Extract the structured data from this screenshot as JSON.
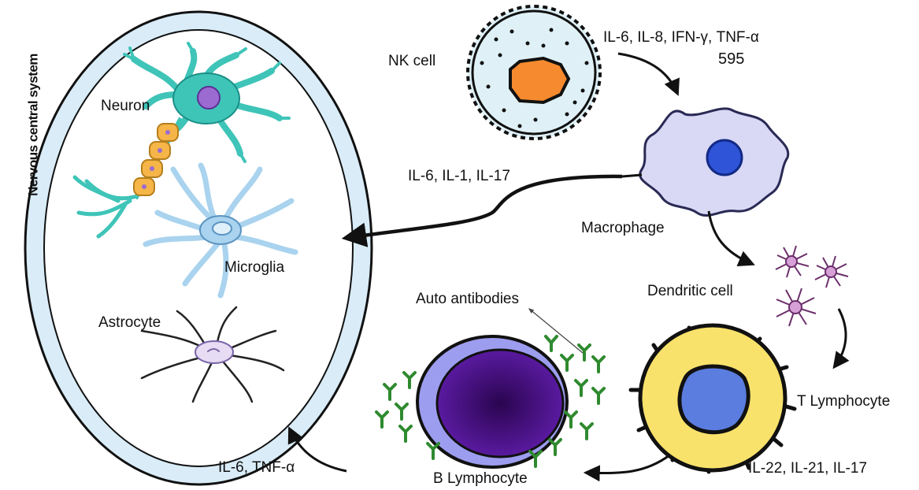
{
  "system_label": "Nervous central system",
  "cells": {
    "neuron": "Neuron",
    "microglia": "Microglia",
    "astrocyte": "Astrocyte",
    "nk_cell": "NK cell",
    "macrophage": "Macrophage",
    "dendritic_cell": "Dendritic cell",
    "t_lymphocyte": "T Lymphocyte",
    "b_lymphocyte": "B Lymphocyte"
  },
  "cytokines": {
    "nk_to_macrophage": "IL-6, IL-8, IFN-γ, TNF-α",
    "nk_number": "595",
    "macrophage_to_cns": "IL-6, IL-1, IL-17",
    "t_to_b": "IL-22, IL-21, IL-17",
    "b_to_cns": "IL-6, TNF-α"
  },
  "auto_antibodies": "Auto antibodies",
  "colors": {
    "cns_ring": "#d9ecf8",
    "neuron": "#3fc4b8",
    "myelin": "#f5b548",
    "nucleus_purple": "#9b6bd1",
    "microglia": "#a9d3ee",
    "nk_body": "#dff1f7",
    "nk_nucleus": "#f58a2e",
    "macrophage": "#d9d8f5",
    "macrophage_nucleus": "#2f54d8",
    "t_body": "#f9e26b",
    "t_nucleus": "#5b7de0",
    "b_outer": "#9d9df0",
    "b_inner": "#3b0a6b",
    "antibody": "#2f8a2f"
  }
}
